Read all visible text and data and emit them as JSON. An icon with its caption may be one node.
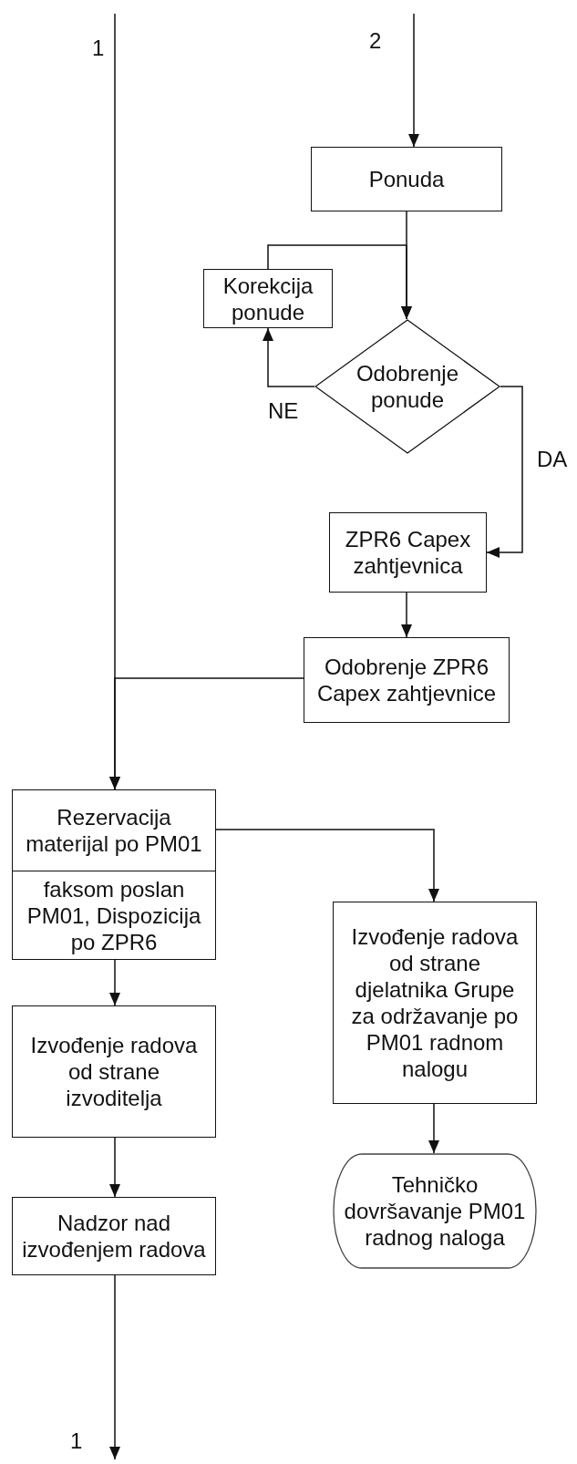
{
  "diagram": {
    "nodes": [
      {
        "text": [
          "Ponuda"
        ]
      },
      {
        "text": [
          "Korekcija ponude"
        ]
      },
      {
        "text": [
          "Odobrenje ponude"
        ]
      },
      {
        "text": [
          "ZPR6 Capex zahtjevnica"
        ]
      },
      {
        "text": [
          "Odobrenje ZPR6 Capex zahtjevnice"
        ]
      },
      {
        "text": [
          "Rezervacija materijal po PM01",
          "faksom poslan PM01, Dispozicija po ZPR6"
        ]
      },
      {
        "text": [
          "Izvođenje radova od strane djelatnika Grupe za održavanje po PM01 radnom nalogu"
        ]
      },
      {
        "text": [
          "Tehničko dovršavanje PM01 radnog naloga"
        ]
      },
      {
        "text": [
          "Izvođenje radova od strane izvoditelja"
        ]
      },
      {
        "text": [
          "Nadzor nad izvođenjem radova"
        ]
      }
    ],
    "edges": [
      {
        "from": null,
        "to": 0,
        "arrow": "to"
      },
      {
        "from": 0,
        "to": 2,
        "arrow": "to"
      },
      {
        "from": 2,
        "to": 1,
        "arrow": "to",
        "label": "NE"
      },
      {
        "from": 1,
        "to": 2,
        "arrow": "to"
      },
      {
        "from": 2,
        "to": 3,
        "arrow": "to",
        "label": "DA"
      },
      {
        "from": 3,
        "to": 4,
        "arrow": "to"
      },
      {
        "from": null,
        "to": 5,
        "arrow": "to"
      },
      {
        "from": 4,
        "to": 5,
        "arrow": "to"
      },
      {
        "from": 5,
        "to": 6,
        "arrow": "to"
      },
      {
        "from": 6,
        "to": 7,
        "arrow": "to"
      },
      {
        "from": 5,
        "to": 8,
        "arrow": "to"
      },
      {
        "from": 8,
        "to": 9,
        "arrow": "to"
      },
      {
        "from": 9,
        "to": null,
        "arrow": "to"
      }
    ],
    "labels": [
      "1",
      "2",
      "1"
    ]
  }
}
